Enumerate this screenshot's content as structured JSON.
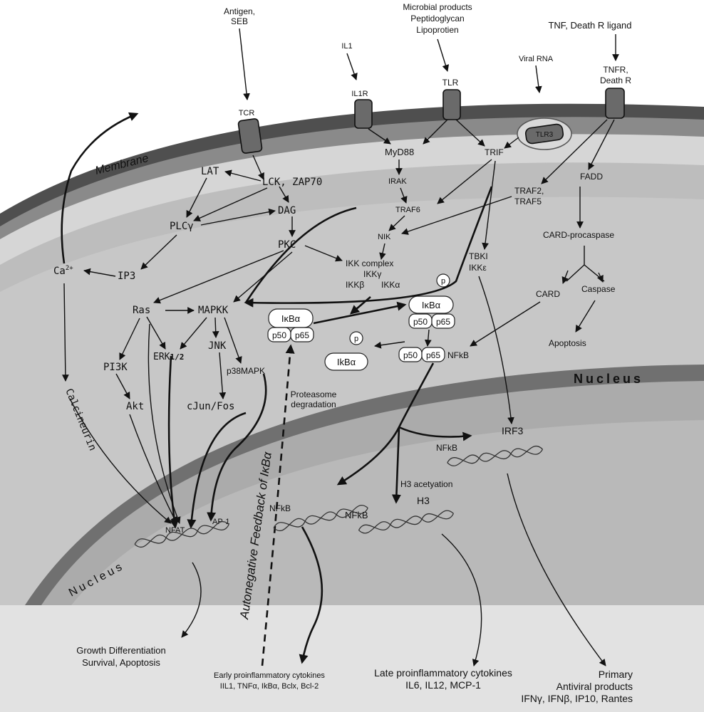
{
  "regions": {
    "membrane": "Membrane",
    "nucleus_a": "Nucleus",
    "nucleus_b": "Nucleus"
  },
  "inputs": {
    "antigen": [
      "Antigen,",
      "SEB"
    ],
    "il1": "IL1",
    "microbial": [
      "Microbial products",
      "Peptidoglycan",
      "Lipoprotien"
    ],
    "viral_rna": "Viral RNA",
    "tnf": "TNF, Death R ligand"
  },
  "receptors": {
    "tcr": "TCR",
    "il1r": "IL1R",
    "tlr": "TLR",
    "tlr3": "TLR3",
    "tnfr": [
      "TNFR,",
      "Death R"
    ]
  },
  "nodes": {
    "lat": "LAT",
    "lck": "LCK, ZAP70",
    "dag": "DAG",
    "plc": "PLCγ",
    "pkc": "PKC",
    "ip3": "IP3",
    "ca": "Ca",
    "ca_sup": "2+",
    "ras": "Ras",
    "mapkk": "MAPKK",
    "erk": "ERK",
    "erk_sub": "1/2",
    "jnk": "JNK",
    "p38": "p38MAPK",
    "pi3k": "PI3K",
    "akt": "Akt",
    "cjun": "cJun/Fos",
    "calcineurin": "Calcineurin",
    "myd88": "MyD88",
    "irak": "IRAK",
    "traf6": "TRAF6",
    "nik": "NIK",
    "ikk_complex": [
      "IKK complex",
      "IKKγ"
    ],
    "ikkb": "IKKβ",
    "ikka": "IKKα",
    "trif": "TRIF",
    "traf25": [
      "TRAF2,",
      "TRAF5"
    ],
    "tbki": [
      "TBKI",
      "IKKε"
    ],
    "fadd": "FADD",
    "card_pro": "CARD-procaspase",
    "card": "CARD",
    "caspase": "Caspase",
    "apoptosis": "Apoptosis",
    "ikba_greek": "IκBα",
    "ikba_latin": "IkBα",
    "p50": "p50",
    "p65": "p65",
    "p": "p",
    "nfkb": "NFkB",
    "proteasome": [
      "Proteasome",
      "degradation"
    ],
    "irf3": "IRF3",
    "h3acet": "H3 acetyation",
    "h3": "H3",
    "nfat": "NFAT",
    "ap1": "AP-1",
    "feedback": "Autonegative Feedback of IκBα"
  },
  "outputs": {
    "growth": [
      "Growth Differentiation",
      "Survival, Apoptosis"
    ],
    "early": [
      "Early proinflammatory cytokines",
      "IIL1, TNFα, IkBα, Bclx, Bcl-2"
    ],
    "late": [
      "Late proinflammatory cytokines",
      "IL6, IL12, MCP-1"
    ],
    "antiviral": [
      "Primary",
      "Antiviral products",
      "IFNγ, IFNβ, IP10, Rantes"
    ]
  },
  "colors": {
    "band_outer": "#4a4a4a",
    "band_mid": "#7a7a7a",
    "band_light": "#cfcfcf",
    "cytoplasm": "#b8b8b8",
    "nucleus_band": "#6e6e6e",
    "nucleus_fill": "#a9a9a9",
    "bottom_strip": "#dcdcdc",
    "receptor": "#6a6a6a"
  }
}
